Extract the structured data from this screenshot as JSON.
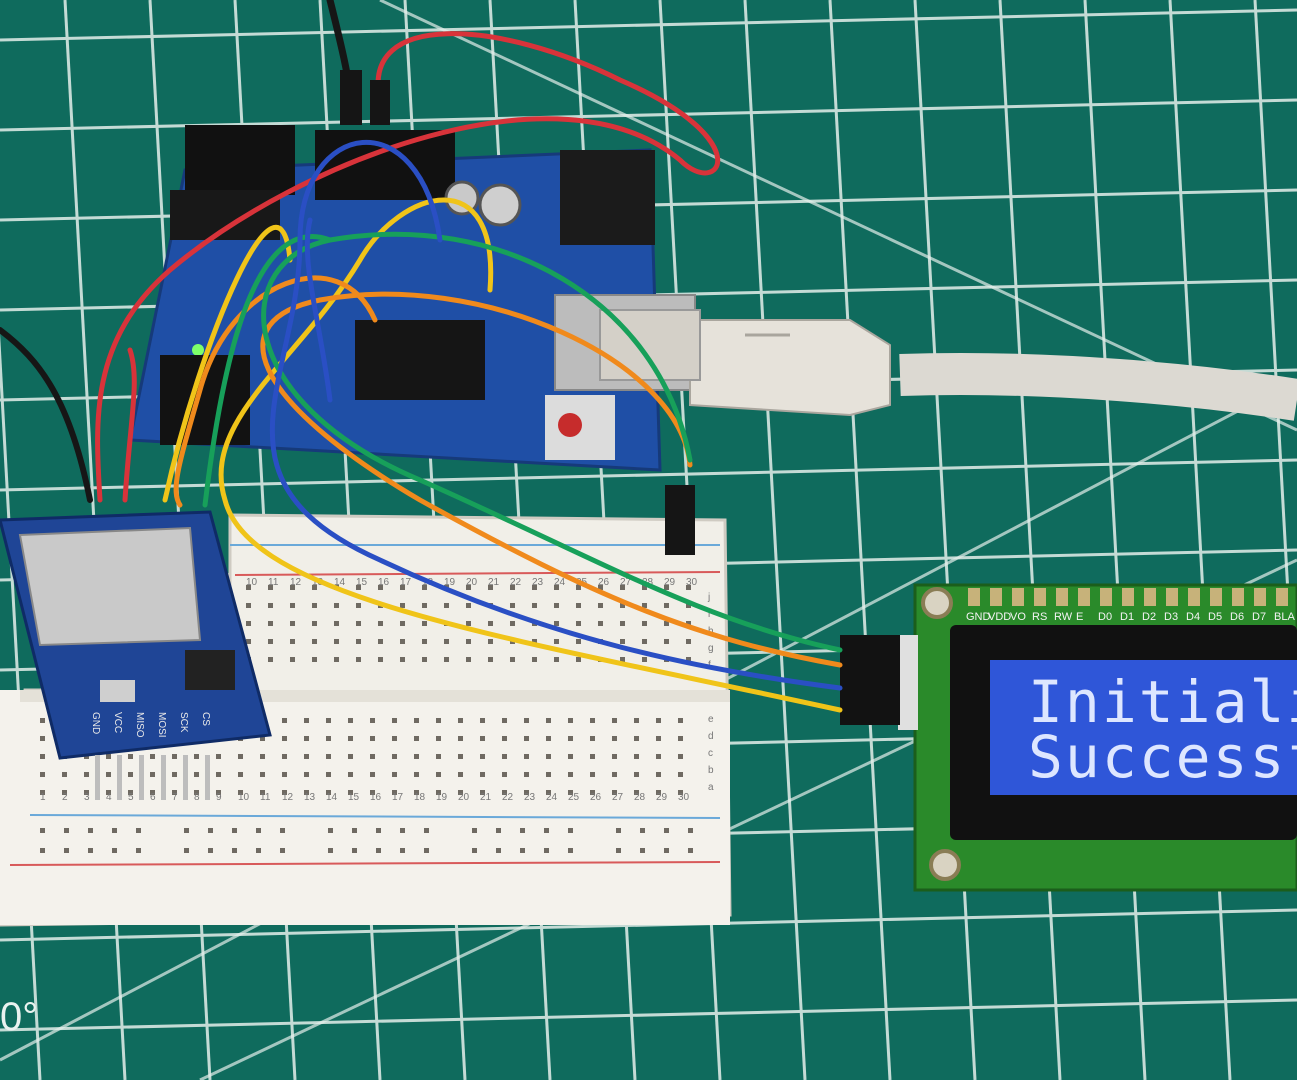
{
  "lcd": {
    "line1": "Initializ",
    "line2": "Successfu",
    "header_pins": [
      "GND",
      "VDD",
      "VO",
      "RS",
      "RW",
      "E",
      "D0",
      "D1",
      "D2",
      "D3",
      "D4",
      "D5",
      "D6",
      "D7",
      "BLA"
    ],
    "backlight_color": "#2f56d8"
  },
  "sd_module": {
    "pin_labels": [
      "GND",
      "VCC",
      "MISO",
      "MOSI",
      "SCK",
      "CS"
    ]
  },
  "breadboard": {
    "column_numbers": [
      "1",
      "2",
      "3",
      "4",
      "5",
      "6",
      "7",
      "8",
      "9",
      "10",
      "11",
      "12",
      "13",
      "14",
      "15",
      "16",
      "17",
      "18",
      "19",
      "20",
      "21",
      "22",
      "23",
      "24",
      "25",
      "26",
      "27",
      "28",
      "29",
      "30"
    ],
    "row_letters_bottom": [
      "a",
      "b",
      "c",
      "d",
      "e"
    ],
    "row_letters_top": [
      "f",
      "g",
      "h",
      "i",
      "j"
    ]
  },
  "mat": {
    "angle_label": "0°",
    "grid_color": "#e6f0ec",
    "mat_color": "#0e6a5c"
  },
  "wires": {
    "colors": {
      "red": "#d8333a",
      "yellow": "#f0c419",
      "orange": "#f08a1c",
      "green": "#17a05a",
      "blue": "#2a4fc4",
      "black": "#161616"
    }
  }
}
